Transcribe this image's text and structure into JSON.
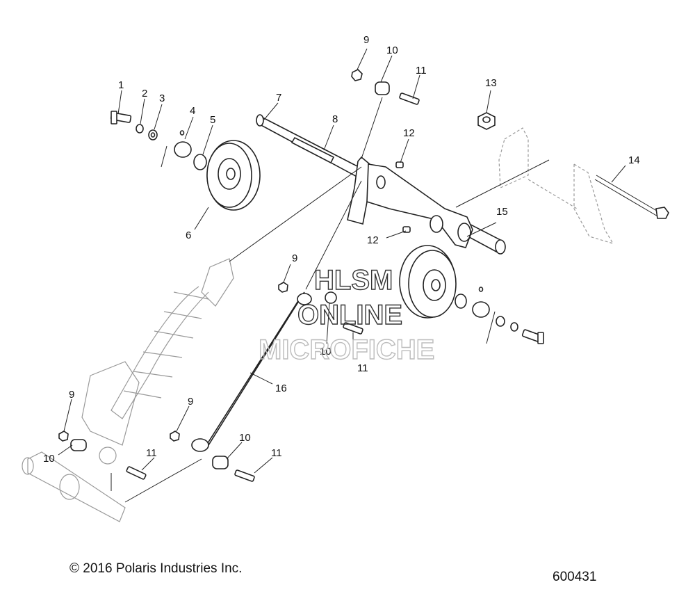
{
  "diagram": {
    "callouts": [
      "1",
      "2",
      "3",
      "4",
      "5",
      "6",
      "7",
      "8",
      "9",
      "10",
      "11",
      "12",
      "13",
      "14",
      "15",
      "16"
    ],
    "watermark": [
      "HLSM",
      "ONLINE",
      "MICROFICHE"
    ]
  },
  "footer": {
    "copyright": "© 2016 Polaris Industries Inc.",
    "figure_number": "600431"
  }
}
